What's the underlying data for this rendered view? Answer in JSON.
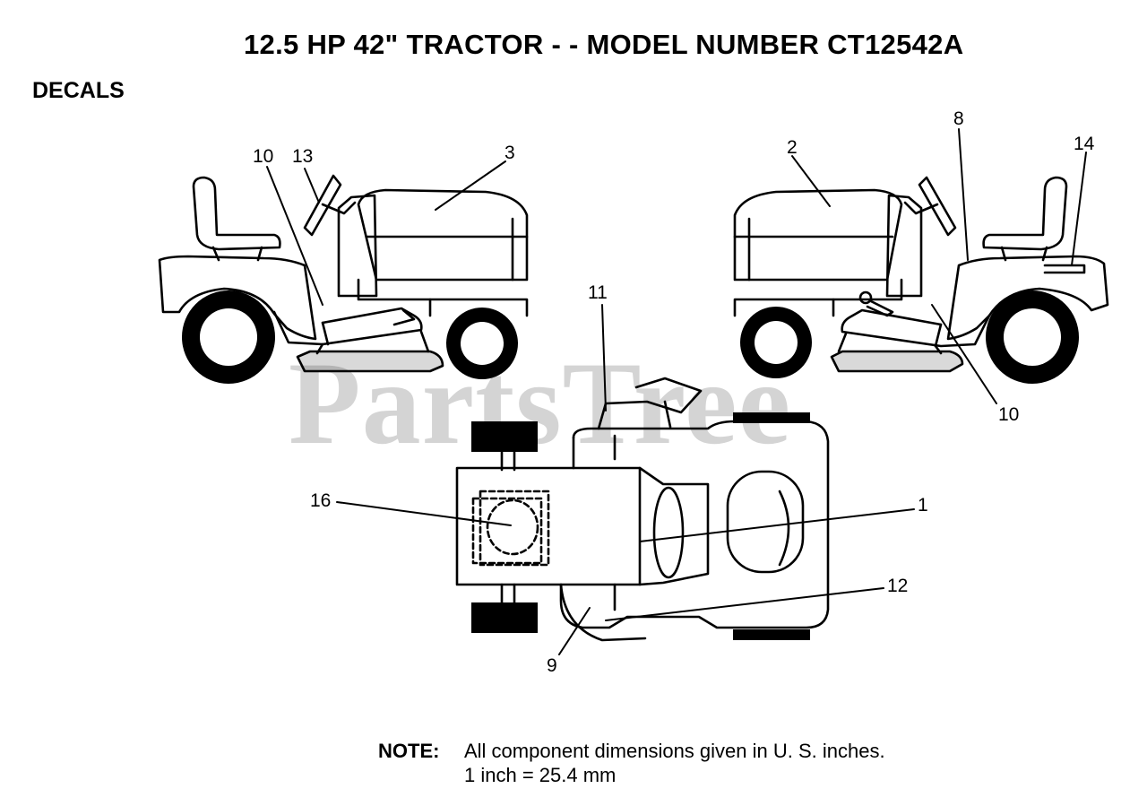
{
  "header": {
    "title": "12.5 HP 42\" TRACTOR - - MODEL NUMBER CT12542A",
    "section": "DECALS"
  },
  "watermark": "PartsTree",
  "callouts": [
    {
      "id": "c10a",
      "label": "10"
    },
    {
      "id": "c13",
      "label": "13"
    },
    {
      "id": "c3",
      "label": "3"
    },
    {
      "id": "c2",
      "label": "2"
    },
    {
      "id": "c8",
      "label": "8"
    },
    {
      "id": "c14",
      "label": "14"
    },
    {
      "id": "c10b",
      "label": "10"
    },
    {
      "id": "c11",
      "label": "11"
    },
    {
      "id": "c16",
      "label": "16"
    },
    {
      "id": "c1",
      "label": "1"
    },
    {
      "id": "c12",
      "label": "12"
    },
    {
      "id": "c9",
      "label": "9"
    }
  ],
  "note": {
    "label": "NOTE:",
    "line1": "All component dimensions given in U. S. inches.",
    "line2": "1 inch = 25.4 mm"
  }
}
